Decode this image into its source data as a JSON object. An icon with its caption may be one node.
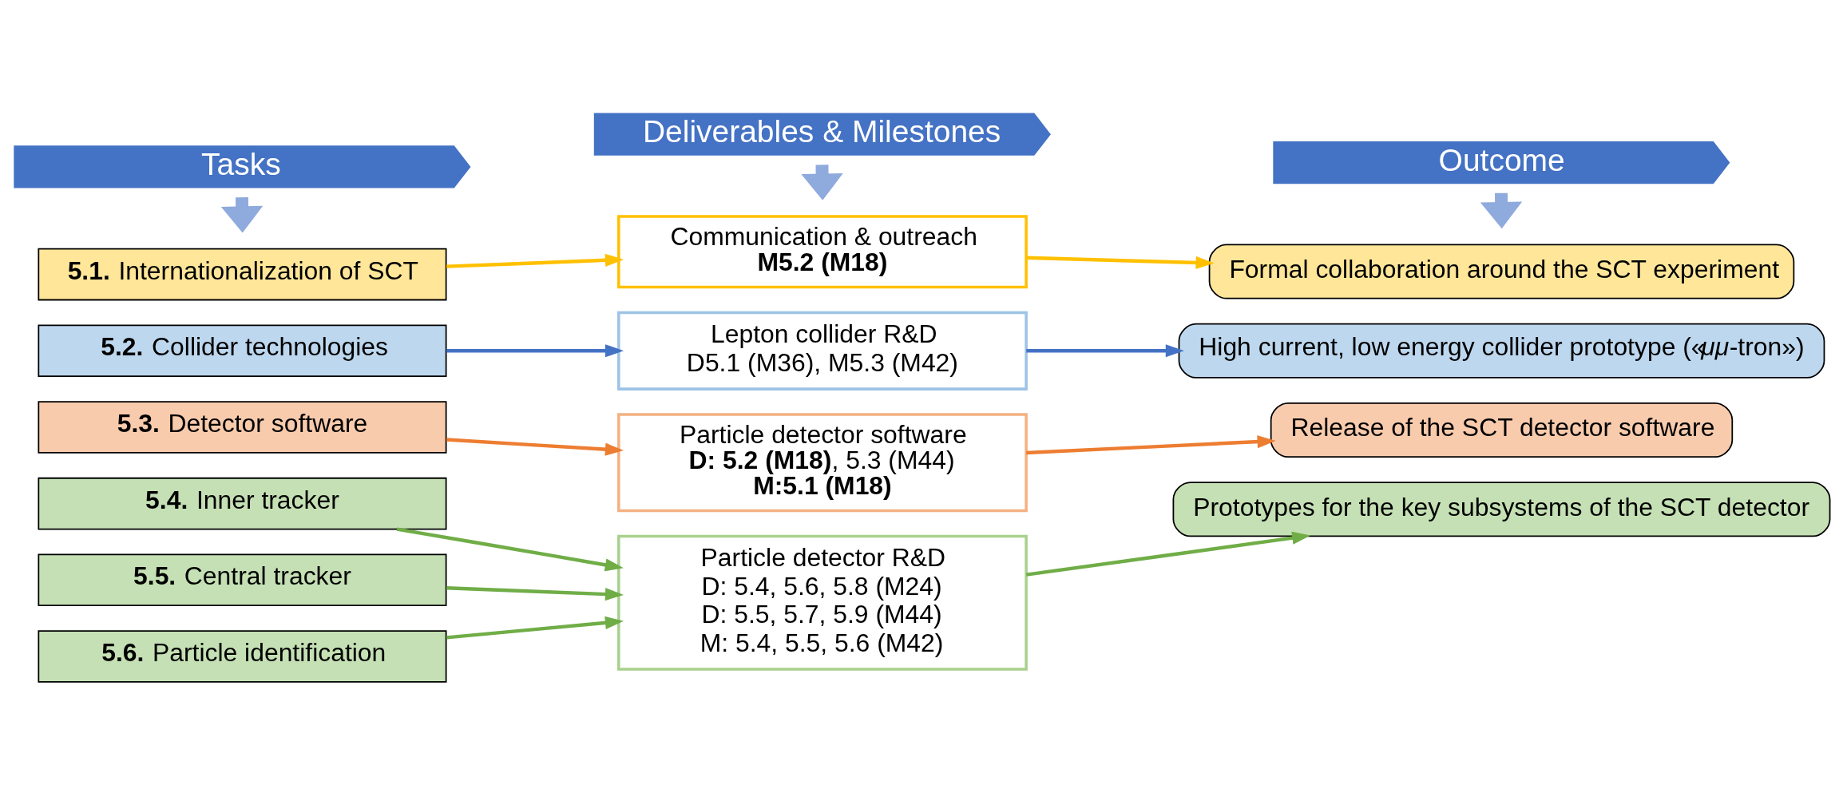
{
  "diagram": {
    "nodes": [
      {
        "text": [
          "Tasks"
        ]
      },
      {
        "text": [
          "Deliverables & Milestones"
        ]
      },
      {
        "text": [
          "Outcome"
        ]
      },
      {
        "text": [
          "**5.1.** Internationalization of SCT"
        ]
      },
      {
        "text": [
          "**5.2.** Collider technologies"
        ]
      },
      {
        "text": [
          "**5.3.** Detector software"
        ]
      },
      {
        "text": [
          "**5.4.** Inner tracker"
        ]
      },
      {
        "text": [
          "**5.5.** Central tracker"
        ]
      },
      {
        "text": [
          "**5.6.** Particle identification"
        ]
      },
      {
        "text": [
          "Communication & outreach",
          "M5.2 (M18)"
        ]
      },
      {
        "text": [
          "Lepton collider R&D",
          "D5.1 (M36), M5.3 (M42)"
        ]
      },
      {
        "text": [
          "Particle detector software",
          "**D: 5.2 (M18)**, 5.3 (M44)",
          "M:5.1 (M18)"
        ]
      },
      {
        "text": [
          "Particle detector R&D",
          "D: 5.4, 5.6, 5.8 (M24)",
          "D: 5.5, 5.7, 5.9 (M44)",
          "M: 5.4, 5.5, 5.6 (M42)"
        ]
      },
      {
        "text": [
          "Formal collaboration around the SCT experiment"
        ]
      },
      {
        "text": [
          "High current, low energy collider prototype («*μμ*-tron»)"
        ]
      },
      {
        "text": [
          "Release of the SCT detector software"
        ]
      },
      {
        "text": [
          "Prototypes for the key subsystems of the SCT detector"
        ]
      }
    ],
    "edges": [
      {
        "from": 0,
        "to": null,
        "arrow": "to",
        "style": "thick",
        "color": "#8faadc"
      },
      {
        "from": 1,
        "to": null,
        "arrow": "to",
        "style": "thick",
        "color": "#8faadc"
      },
      {
        "from": 2,
        "to": null,
        "arrow": "to",
        "style": "thick",
        "color": "#8faadc"
      },
      {
        "from": 3,
        "to": 9,
        "arrow": "to",
        "color": "#ffc000"
      },
      {
        "from": 9,
        "to": 13,
        "arrow": "to",
        "color": "#ffc000"
      },
      {
        "from": 4,
        "to": 10,
        "arrow": "to",
        "color": "#4472c4"
      },
      {
        "from": 10,
        "to": 14,
        "arrow": "to",
        "color": "#4472c4"
      },
      {
        "from": 5,
        "to": 11,
        "arrow": "to",
        "color": "#ed7d31"
      },
      {
        "from": 11,
        "to": 15,
        "arrow": "to",
        "color": "#ed7d31"
      },
      {
        "from": 6,
        "to": 12,
        "arrow": "to",
        "color": "#70ad47"
      },
      {
        "from": 7,
        "to": 12,
        "arrow": "to",
        "color": "#70ad47"
      },
      {
        "from": 8,
        "to": 12,
        "arrow": "to",
        "color": "#70ad47"
      },
      {
        "from": 12,
        "to": 16,
        "arrow": "to",
        "color": "#70ad47"
      }
    ]
  }
}
